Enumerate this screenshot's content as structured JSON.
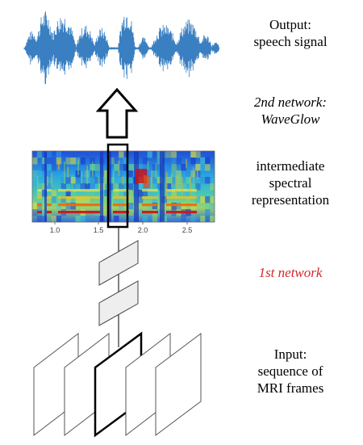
{
  "labels": {
    "output": [
      "Output:",
      "speech signal"
    ],
    "network2": [
      "2nd network:",
      "WaveGlow"
    ],
    "spectral": [
      "intermediate",
      "spectral",
      "representation"
    ],
    "network1": "1st network",
    "input": [
      "Input:",
      "sequence of",
      "MRI frames"
    ]
  },
  "spectrogram": {
    "ticks": [
      "1.0",
      "1.5",
      "2.0",
      "2.5"
    ]
  },
  "colors": {
    "waveform": "#3a7fc1",
    "network1_text": "#d62728",
    "outline": "#000000",
    "box_fill": "#eeeeee"
  }
}
